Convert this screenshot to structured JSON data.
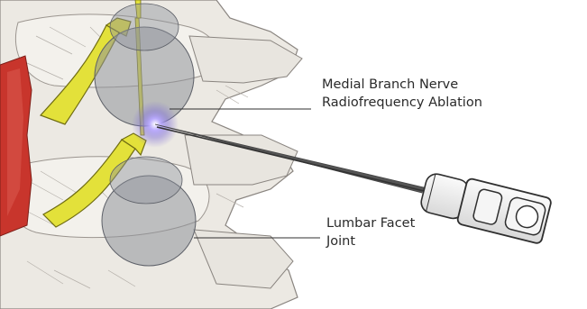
{
  "labels": {
    "rfa": {
      "line1": "Medial Branch Nerve",
      "line2": "Radiofrequency Ablation"
    },
    "facet": {
      "line1": "Lumbar Facet",
      "line2": "Joint"
    }
  },
  "colors": {
    "background": "#ffffff",
    "bone": "#ece9e3",
    "bone_outline": "#8a8580",
    "nerve": "#e3e13a",
    "artery": "#c8352c",
    "facet_joint": "#8f939b",
    "needle_glow": "#7f6fd6",
    "text": "#2a2a2a"
  }
}
